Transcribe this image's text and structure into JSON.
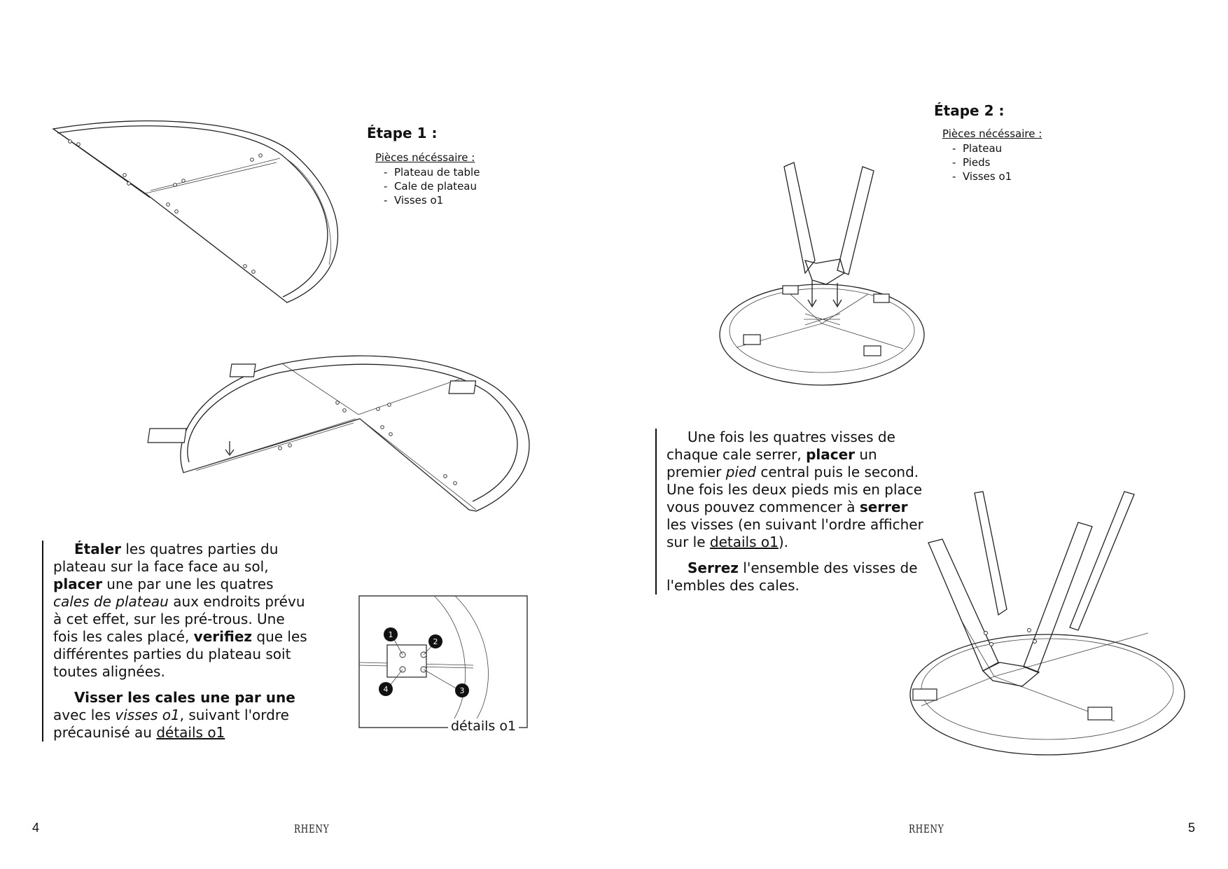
{
  "left_page": {
    "step_title": "Étape 1 :",
    "parts_heading": "Pièces nécéssaire :",
    "parts": [
      "Plateau de table",
      "Cale de plateau",
      "Visses o1"
    ],
    "instructions": {
      "p1": {
        "b1": "Étaler",
        "t1": " les quatres parties du plateau sur la face face au sol, ",
        "b2": "placer",
        "t2": " une par une les quatres ",
        "i1": "cales de plateau",
        "t3": " aux endroits prévu à cet effet, sur les pré-trous. Une fois les cales placé, ",
        "b3": "verifiez",
        "t4": " que les différentes parties du plateau soit toutes alignées."
      },
      "p2": {
        "b1": "Visser les cales une par une",
        "t1": " avec les ",
        "i1": "visses o1",
        "t2": ", suivant l'ordre précaunisé au ",
        "u1": "détails o1"
      }
    },
    "detail": {
      "label": "détails o1",
      "screw_order": [
        "1",
        "2",
        "3",
        "4"
      ]
    },
    "page_number": "4",
    "brand": "RHENY"
  },
  "right_page": {
    "step_title": "Étape 2 :",
    "parts_heading": "Pièces nécéssaire :",
    "parts": [
      "Plateau",
      "Pieds",
      "Visses o1"
    ],
    "instructions": {
      "p1": {
        "t1": "Une fois les quatres visses de chaque cale serrer, ",
        "b1": "placer",
        "t2": " un premier ",
        "i1": "pied",
        "t3": " central puis le second. Une fois les deux pieds mis en place vous pouvez commencer à ",
        "b2": "serrer",
        "t4": " les visses (en suivant l'ordre afficher sur le ",
        "u1": "details o1",
        "t5": ")."
      },
      "p2": {
        "b1": "Serrez",
        "t1": " l'ensemble des visses de l'embles des cales."
      }
    },
    "page_number": "5",
    "brand": "RHENY"
  },
  "colors": {
    "ink": "#111111",
    "paper": "#ffffff"
  }
}
